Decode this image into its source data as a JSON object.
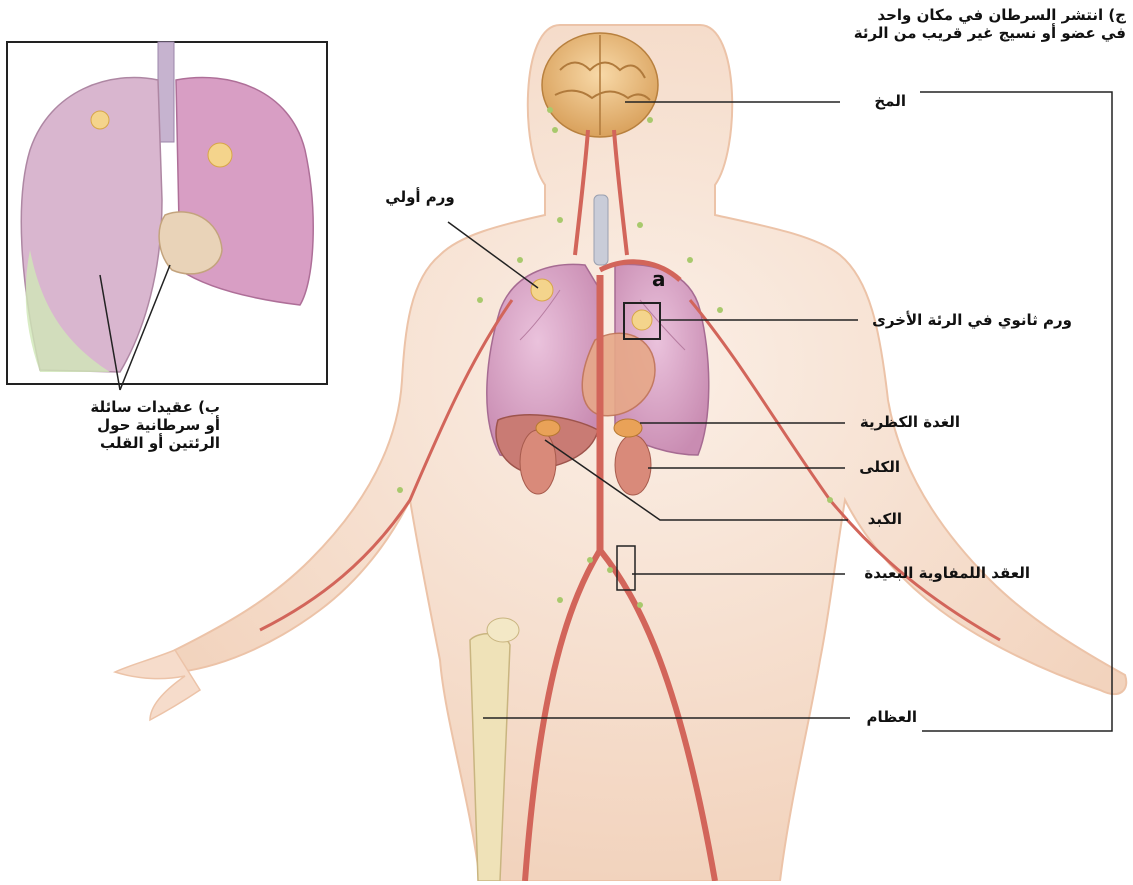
{
  "labels": {
    "spread_title": {
      "line1": "ج) انتشر السرطان في مكان واحد",
      "line2": "في عضو أو نسيج غير قريب من الرئة"
    },
    "brain": "المخ",
    "primary_tumor": "ورم أولي",
    "inset_marker": "a",
    "secondary_tumor": "ورم ثانوي في الرئة الأخرى",
    "adrenal_gland": "الغدة الكظرية",
    "kidneys": "الكلى",
    "liver": "الكبد",
    "distant_lymph_nodes": "العقد اللمفاوية البعيدة",
    "bones": "العظام",
    "lymph_nodes_b": {
      "line1": "ب) عقيدات سائلة",
      "line2": "أو سرطانية حول",
      "line3": "الرئتين أو القلب"
    }
  },
  "colors": {
    "skin": "#f7e2d2",
    "skin_edge": "#ecc3a8",
    "lung": "#d8a2c2",
    "artery": "#d2655a",
    "tumor": "#f4d48c",
    "lymph": "#a8c96c",
    "line": "#222222"
  }
}
